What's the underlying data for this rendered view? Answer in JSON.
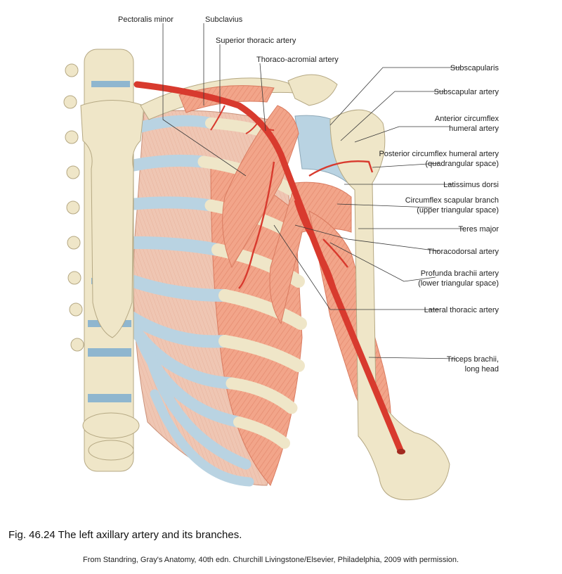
{
  "labels": {
    "pectoralis_minor": "Pectoralis minor",
    "subclavius": "Subclavius",
    "superior_thoracic_artery": "Superior thoracic artery",
    "thoraco_acromial_artery": "Thoraco-acromial artery",
    "subscapularis": "Subscapularis",
    "subscapular_artery": "Subscapular artery",
    "anterior_circumflex_1": "Anterior circumflex",
    "anterior_circumflex_2": "humeral artery",
    "posterior_circumflex_1": "Posterior circumflex humeral artery",
    "posterior_circumflex_2": "(quadrangular space)",
    "latissimus_dorsi": "Latissimus dorsi",
    "circumflex_scapular_1": "Circumflex scapular branch",
    "circumflex_scapular_2": "(upper triangular space)",
    "teres_major": "Teres major",
    "thoracodorsal_artery": "Thoracodorsal artery",
    "profunda_brachii_1": "Profunda brachii artery",
    "profunda_brachii_2": "(lower triangular space)",
    "lateral_thoracic_artery": "Lateral thoracic artery",
    "triceps_1": "Triceps brachii,",
    "triceps_2": "long head"
  },
  "caption": "Fig. 46.24 The left axillary artery and its branches.",
  "credit": "From Standring, Gray's Anatomy, 40th edn. Churchill Livingstone/Elsevier, Philadelphia, 2009 with permission.",
  "colors": {
    "bone": "#efe6c8",
    "cartilage": "#b9d3e2",
    "muscle": "#f2a58a",
    "muscle_dark": "#e27f62",
    "artery": "#d83a2e",
    "disc": "#8fb6cf"
  }
}
